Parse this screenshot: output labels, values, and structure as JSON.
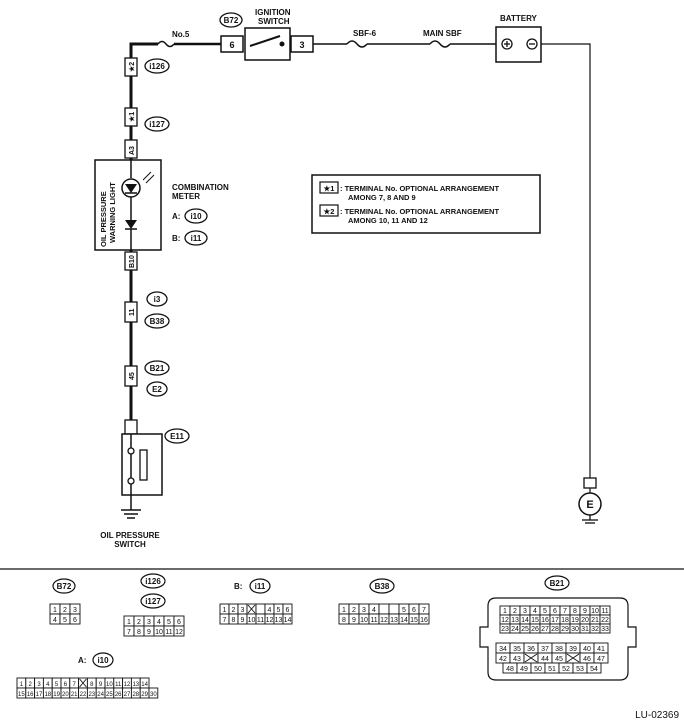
{
  "schematic": {
    "fuse_no5": "No.5",
    "ignition_connector": "B72",
    "ignition_label_1": "IGNITION",
    "ignition_label_2": "SWITCH",
    "ign_pin_left": "6",
    "ign_pin_right": "3",
    "sbf6": "SBF-6",
    "main_sbf": "MAIN SBF",
    "battery": "BATTERY",
    "star2": "★2",
    "star1": "★1",
    "conn_i126": "i126",
    "conn_i127": "i127",
    "pin_a3": "A3",
    "meter_lamp_1": "OIL PRESSURE",
    "meter_lamp_2": "WARNING LIGHT",
    "combination_1": "COMBINATION",
    "combination_2": "METER",
    "meter_a_label": "A:",
    "meter_a_conn": "i10",
    "meter_b_label": "B:",
    "meter_b_conn": "i11",
    "pin_b10": "B10",
    "pin_11": "11",
    "conn_i3": "i3",
    "conn_b38": "B38",
    "pin_45": "45",
    "conn_b21": "B21",
    "conn_e2": "E2",
    "conn_e11": "E11",
    "switch_1": "OIL PRESSURE",
    "switch_2": "SWITCH",
    "ground_e": "E"
  },
  "legend": {
    "k1": "★1",
    "t1a": ": TERMINAL No. OPTIONAL ARRANGEMENT",
    "t1b": "AMONG 7, 8  AND 9",
    "k2": "★2",
    "t2a": ": TERMINAL No. OPTIONAL ARRANGEMENT",
    "t2b": "AMONG 10, 11  AND 12"
  },
  "connectors": {
    "b72": "B72",
    "i126": "i126",
    "i127": "i127",
    "i11_prefix": "B:",
    "i11": "i11",
    "b38": "B38",
    "b21": "B21",
    "i10_prefix": "A:",
    "i10": "i10"
  },
  "footer": {
    "code": "LU-02369"
  }
}
